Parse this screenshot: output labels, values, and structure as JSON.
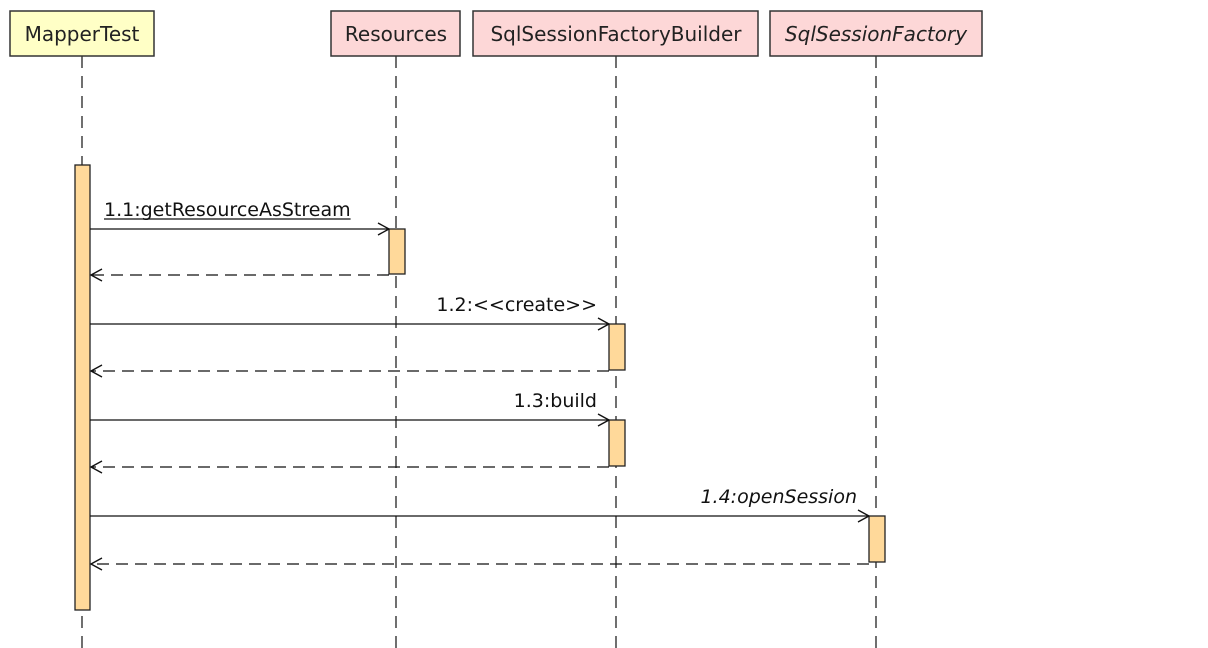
{
  "colors": {
    "participant_normal_fill": "#ffffc6",
    "participant_class_fill": "#fdd7d7",
    "activation_fill": "#ffd99a",
    "line": "#222222"
  },
  "participants": [
    {
      "id": "mappertest",
      "label": "MapperTest",
      "italic": false,
      "kind": "normal"
    },
    {
      "id": "resources",
      "label": "Resources",
      "italic": false,
      "kind": "class"
    },
    {
      "id": "builder",
      "label": "SqlSessionFactoryBuilder",
      "italic": false,
      "kind": "class"
    },
    {
      "id": "factory",
      "label": "SqlSessionFactory",
      "italic": true,
      "kind": "class"
    }
  ],
  "messages": [
    {
      "label": "1.1:getResourceAsStream",
      "from": "mappertest",
      "to": "resources",
      "italic": false,
      "underline": true,
      "has_return": true
    },
    {
      "label": "1.2:<<create>>",
      "from": "mappertest",
      "to": "builder",
      "italic": false,
      "underline": false,
      "has_return": true
    },
    {
      "label": "1.3:build",
      "from": "mappertest",
      "to": "builder",
      "italic": false,
      "underline": false,
      "has_return": true
    },
    {
      "label": "1.4:openSession",
      "from": "mappertest",
      "to": "factory",
      "italic": true,
      "underline": false,
      "has_return": true
    }
  ]
}
